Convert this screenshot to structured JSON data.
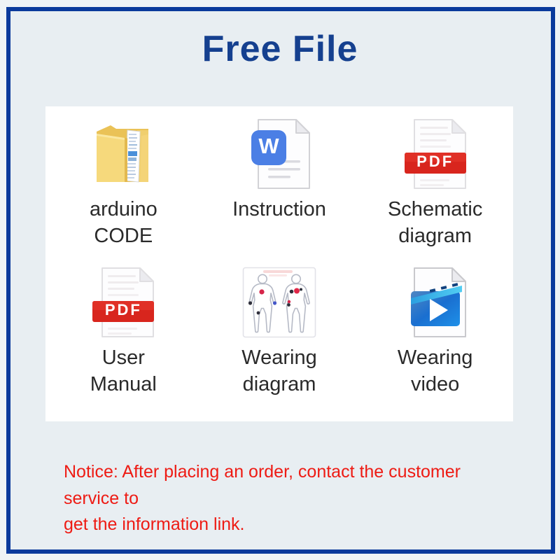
{
  "title": {
    "text": "Free File"
  },
  "files": [
    {
      "name": "arduino-code",
      "icon": "folder-code-icon",
      "line1": "arduino",
      "line2": "CODE"
    },
    {
      "name": "instruction",
      "icon": "word-doc-icon",
      "line1": "Instruction",
      "line2": ""
    },
    {
      "name": "schematic-diagram",
      "icon": "pdf-file-icon",
      "line1": "Schematic",
      "line2": "diagram"
    },
    {
      "name": "user-manual",
      "icon": "pdf-file-icon",
      "line1": "User",
      "line2": "Manual"
    },
    {
      "name": "wearing-diagram",
      "icon": "body-diagram-icon",
      "line1": "Wearing",
      "line2": "diagram"
    },
    {
      "name": "wearing-video",
      "icon": "video-file-icon",
      "line1": "Wearing",
      "line2": "video"
    }
  ],
  "badges": {
    "pdf": "PDF",
    "word": "W"
  },
  "notice": {
    "line1": "Notice: After placing an order, contact the customer service to",
    "line2": "get the information link."
  },
  "colors": {
    "frame_blue": "#0a3a9c",
    "title_blue": "#15408f",
    "notice_red": "#ee1b14",
    "pdf_red": "#d8251d",
    "word_blue": "#4b7fe5",
    "video_blue": "#1478d8",
    "folder_yellow": "#f6d97c",
    "label_gray": "#2a2a2a",
    "background": "#e8eef2",
    "card_white": "#ffffff"
  }
}
